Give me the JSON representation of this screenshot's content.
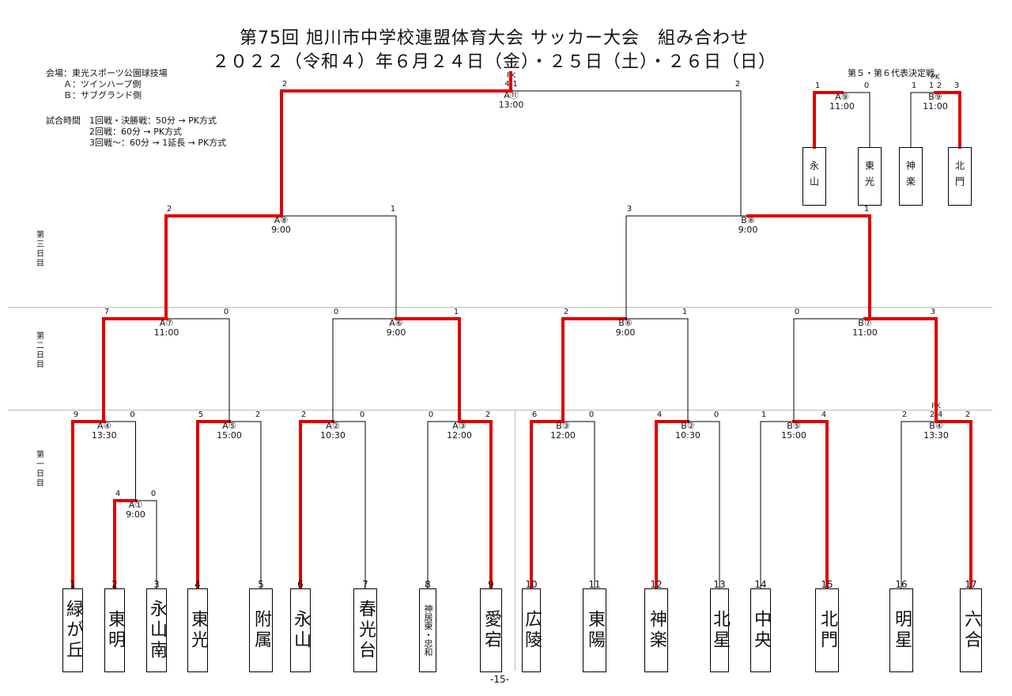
{
  "header": {
    "title": "第75回 旭川市中学校連盟体育大会 サッカー大会　組み合わせ",
    "dates": "２０２２（令和４）年６月２４日（金）・２５日（土）・２６日（日）"
  },
  "info": {
    "venue": "会場：東光スポーツ公園球技場\n　　Ａ：ツインハープ側\n　　Ｂ：サブグランド側",
    "time": "試合時間　1回戦・決勝戦：50分 → PK方式\n　　　　　2回戦：60分 → PK方式\n　　　　　3回戦～：60分 → 1延長 → PK方式"
  },
  "days": [
    "第三日目",
    "第二日目",
    "第一日目"
  ],
  "placement_title": "第５・第６代表決定戦",
  "page_number": "-15-",
  "teams": [
    {
      "num": "1",
      "name": "緑が丘"
    },
    {
      "num": "2",
      "name": "東明"
    },
    {
      "num": "3",
      "name": "永山南"
    },
    {
      "num": "4",
      "name": "東光"
    },
    {
      "num": "5",
      "name": "附属"
    },
    {
      "num": "6",
      "name": "永山"
    },
    {
      "num": "7",
      "name": "春光台"
    },
    {
      "num": "8",
      "name": "神居東・忠和"
    },
    {
      "num": "9",
      "name": "愛宕"
    },
    {
      "num": "10",
      "name": "広陵"
    },
    {
      "num": "11",
      "name": "東陽"
    },
    {
      "num": "12",
      "name": "神楽"
    },
    {
      "num": "13",
      "name": "北星"
    },
    {
      "num": "14",
      "name": "中央"
    },
    {
      "num": "15",
      "name": "北門"
    },
    {
      "num": "16",
      "name": "明星"
    },
    {
      "num": "17",
      "name": "六合"
    }
  ],
  "placement_teams": [
    "永山",
    "東光",
    "神楽",
    "北門"
  ],
  "matches": [
    {
      "id": "A①",
      "time": "9:00",
      "ls": "4",
      "rs": "0"
    },
    {
      "id": "A④",
      "time": "13:30",
      "ls": "9",
      "rs": "0"
    },
    {
      "id": "A⑤",
      "time": "15:00",
      "ls": "5",
      "rs": "2"
    },
    {
      "id": "A②",
      "time": "10:30",
      "ls": "2",
      "rs": "0"
    },
    {
      "id": "A③",
      "time": "12:00",
      "ls": "0",
      "rs": "2"
    },
    {
      "id": "B③",
      "time": "12:00",
      "ls": "6",
      "rs": "0"
    },
    {
      "id": "B②",
      "time": "10:30",
      "ls": "4",
      "rs": "0"
    },
    {
      "id": "B⑤",
      "time": "15:00",
      "ls": "1",
      "rs": "4"
    },
    {
      "id": "B④",
      "time": "13:30",
      "ls": "2",
      "rs": "2",
      "pk": "PK",
      "pkl": "2",
      "pkr": "4"
    },
    {
      "id": "A⑦",
      "time": "11:00",
      "ls": "7",
      "rs": "0"
    },
    {
      "id": "A⑥",
      "time": "9:00",
      "ls": "0",
      "rs": "1"
    },
    {
      "id": "B⑥",
      "time": "9:00",
      "ls": "2",
      "rs": "1"
    },
    {
      "id": "B⑦",
      "time": "11:00",
      "ls": "0",
      "rs": "3"
    },
    {
      "id": "A⑧",
      "time": "9:00",
      "ls": "2",
      "rs": "1"
    },
    {
      "id": "B⑧",
      "time": "9:00",
      "ls": "3",
      "rs": "1"
    },
    {
      "id": "A⑪",
      "time": "13:00",
      "ls": "2",
      "rs": "2",
      "pk": "PK",
      "pkl": "4",
      "pkr": "1"
    },
    {
      "id": "A⑨",
      "time": "11:00",
      "ls": "1",
      "rs": "0"
    },
    {
      "id": "B⑨",
      "time": "11:00",
      "ls": "1",
      "rs": "3",
      "pk": "PK",
      "pkl": "1",
      "pkr": "2"
    }
  ],
  "colors": {
    "win": "#e00000",
    "line": "#000000"
  }
}
